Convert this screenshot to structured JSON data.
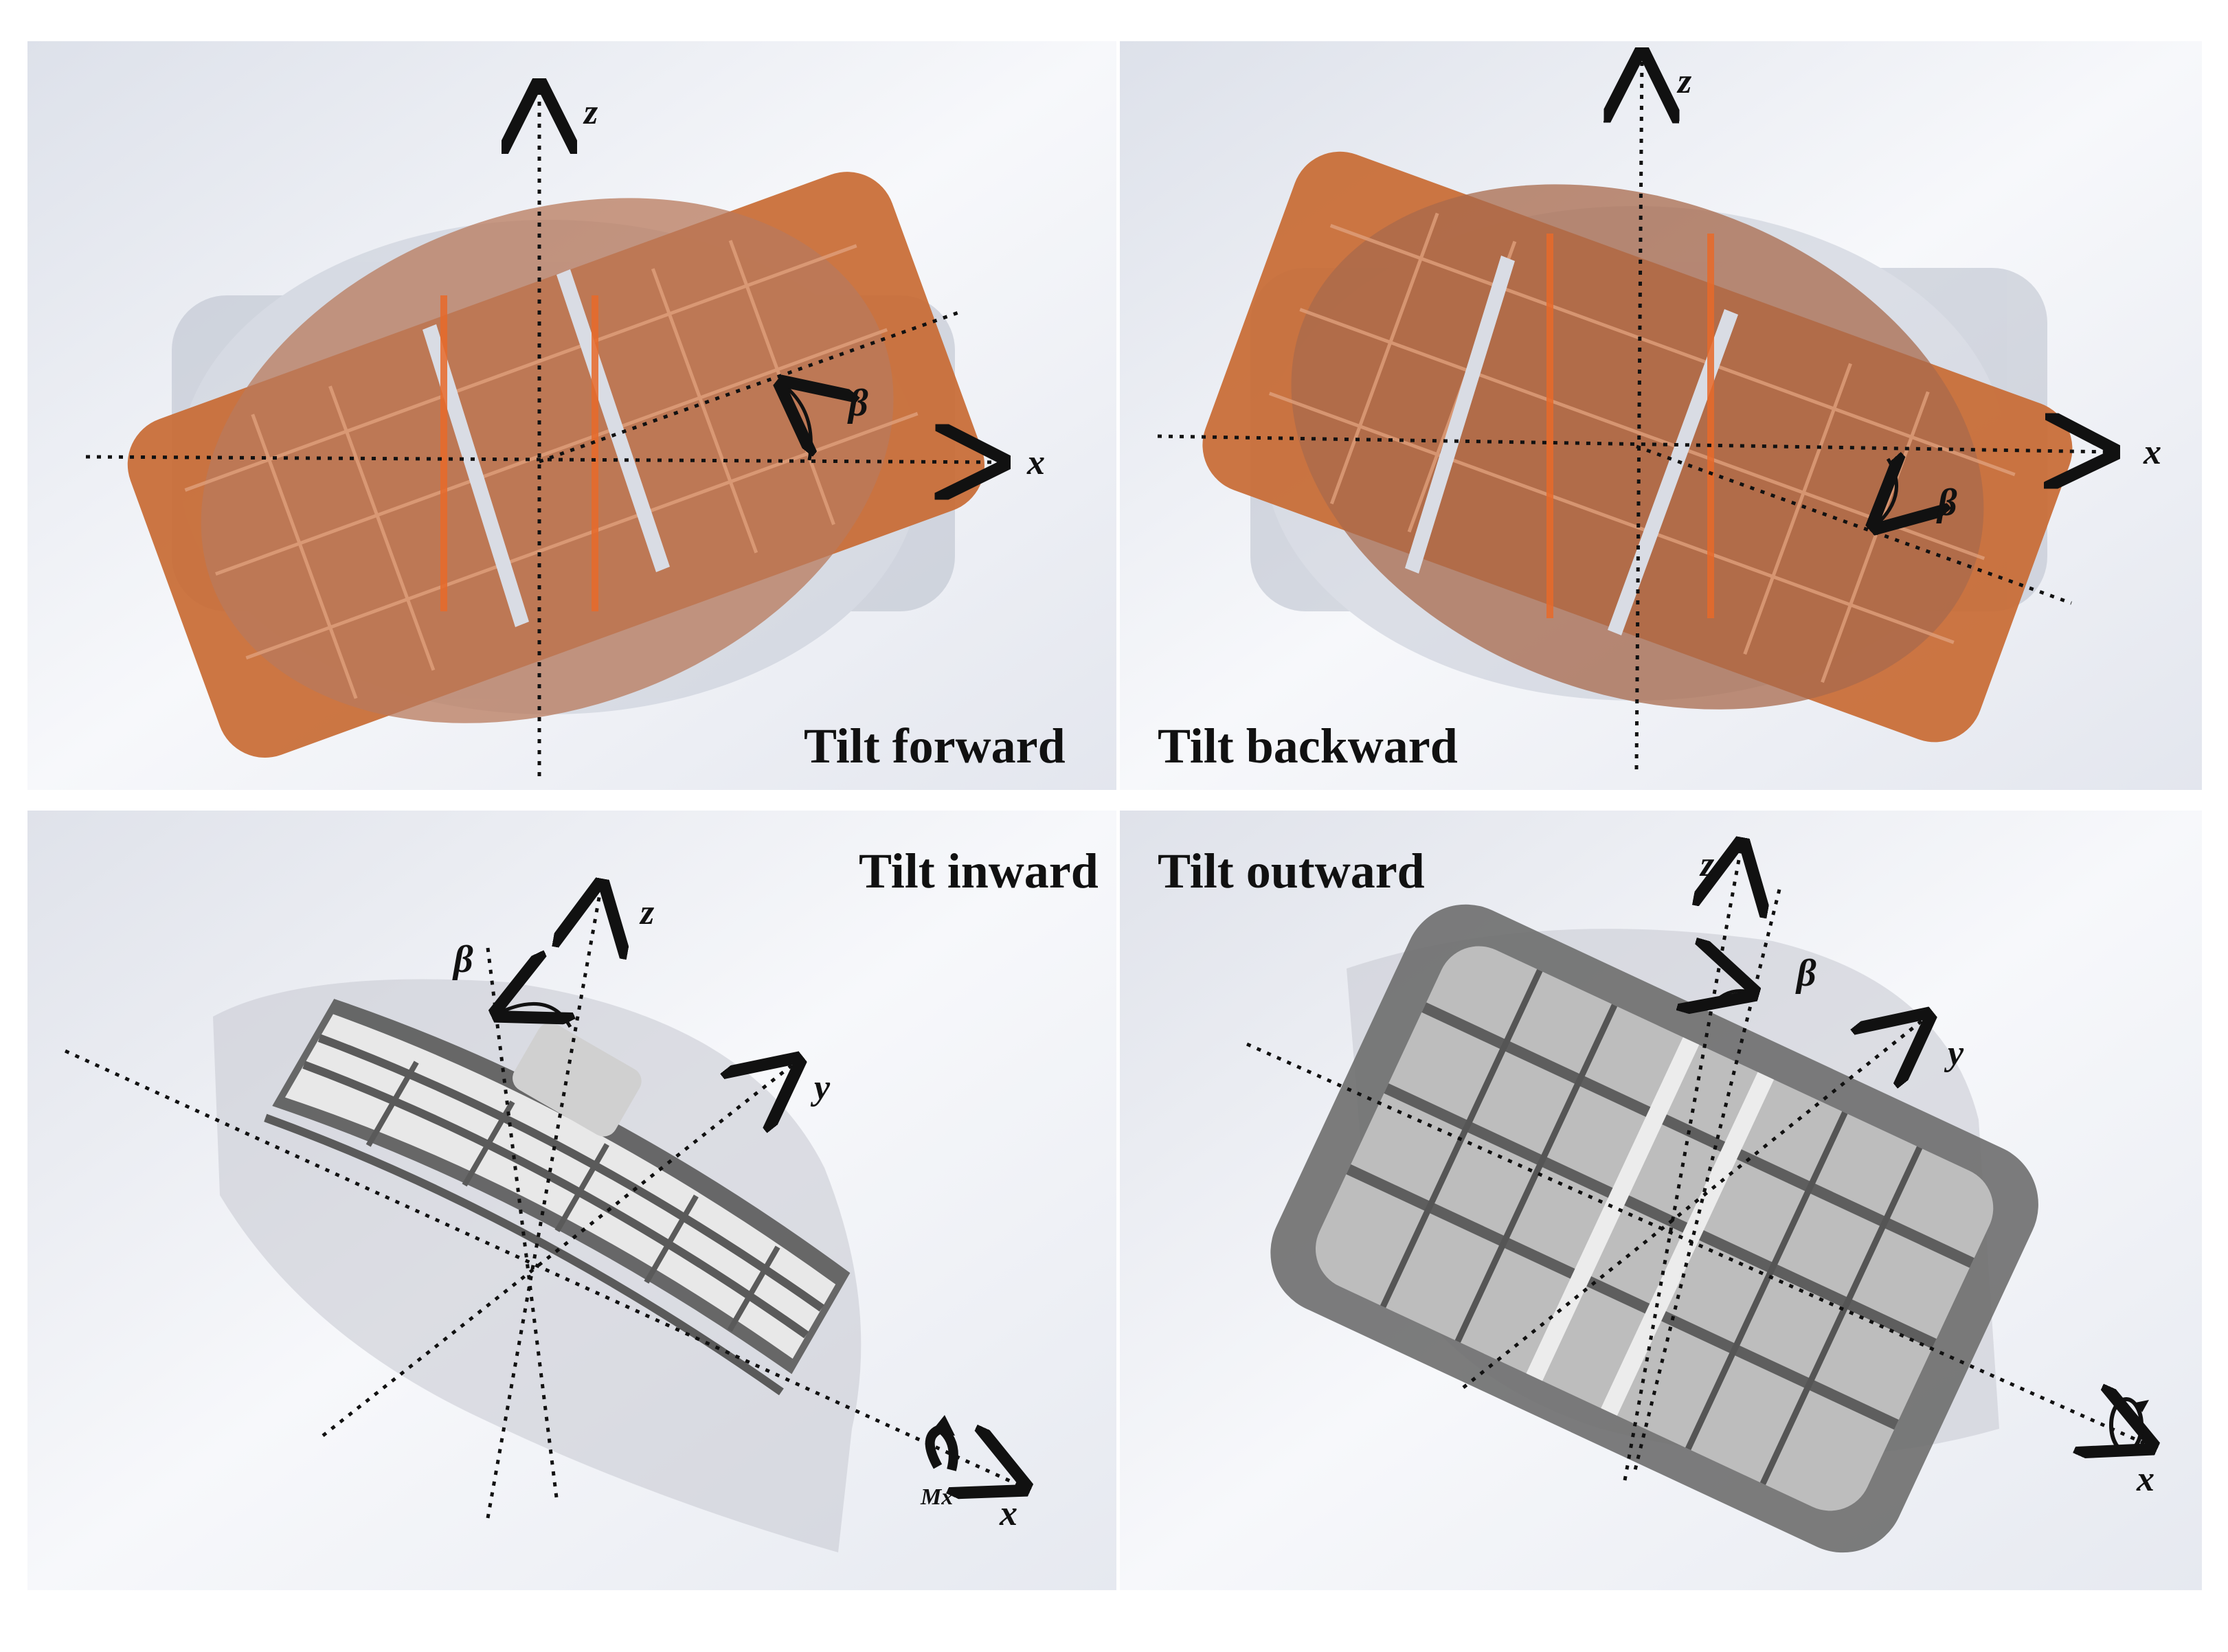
{
  "panels": {
    "top_left": {
      "caption": "Tilt forward",
      "labels": {
        "z": "z",
        "x": "x",
        "angle": "β"
      },
      "colors": {
        "plate": "#c86a33",
        "ghost": "#b9bfcc"
      }
    },
    "top_right": {
      "caption": "Tilt backward",
      "labels": {
        "z": "z",
        "x": "x",
        "angle": "β"
      },
      "colors": {
        "plate": "#c86a33",
        "ghost": "#b9bfcc"
      }
    },
    "bottom_left": {
      "caption": "Tilt inward",
      "labels": {
        "z": "z",
        "y": "y",
        "x": "x",
        "angle": "β",
        "moment": "Mx"
      },
      "colors": {
        "body": "#5a5a5a",
        "ghost": "#c9ccd3"
      }
    },
    "bottom_right": {
      "caption": "Tilt outward",
      "labels": {
        "z": "z",
        "y": "y",
        "x": "x",
        "angle": "β"
      },
      "colors": {
        "body": "#6e6e6e",
        "ghost": "#c9ccd3"
      }
    }
  }
}
